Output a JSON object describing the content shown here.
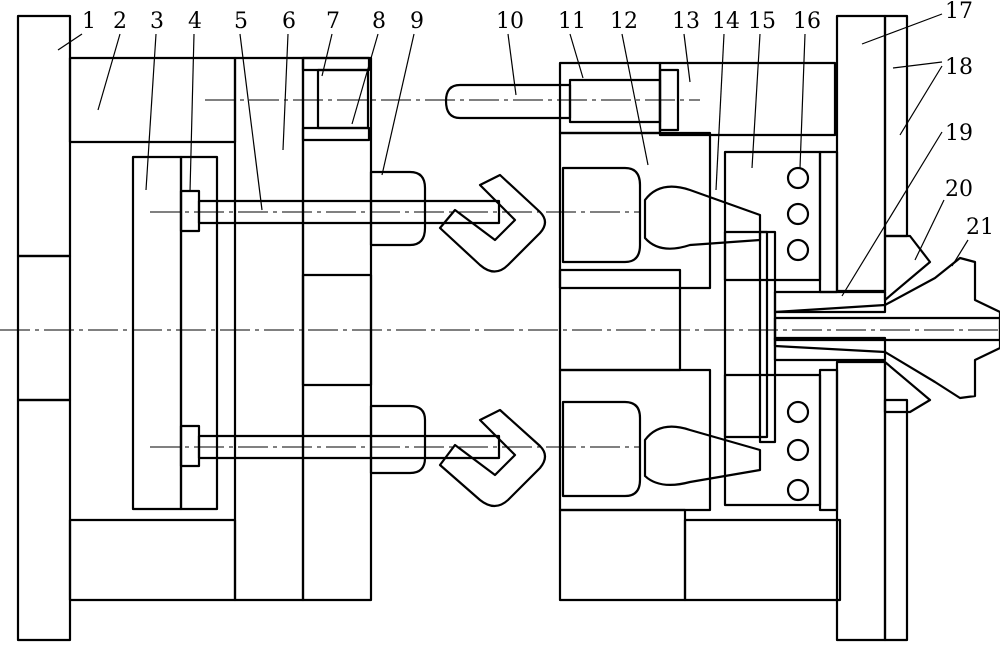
{
  "part_labels": [
    "1",
    "2",
    "3",
    "4",
    "5",
    "6",
    "7",
    "8",
    "9",
    "10",
    "11",
    "12",
    "13",
    "14",
    "15",
    "16",
    "17",
    "18",
    "19",
    "20",
    "21"
  ],
  "colors": {
    "line": "#000000",
    "background": "#ffffff"
  }
}
